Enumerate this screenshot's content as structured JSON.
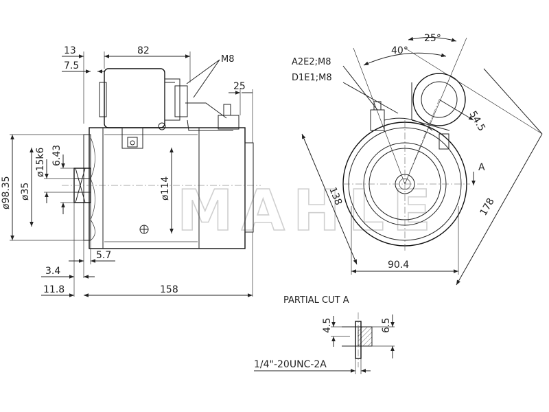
{
  "watermark": "MAHLE",
  "side_view": {
    "dim_13": "13",
    "dim_82": "82",
    "dim_7_5": "7.5",
    "label_m8": "M8",
    "dim_25": "25",
    "dim_98_35": "ø98.35",
    "dim_15k6": "ø15k6",
    "dim_6_43": "6.43",
    "dim_35": "ø35",
    "dim_114": "ø114",
    "dim_5_7": "5.7",
    "dim_3_4": "3.4",
    "dim_11_8": "11.8",
    "dim_158": "158"
  },
  "end_view": {
    "label_a2e2": "A2E2;M8",
    "label_d1e1": "D1E1;M8",
    "angle_40": "40°",
    "angle_25": "25°",
    "dim_54_5": "54.5",
    "dim_138": "138",
    "dim_178": "178",
    "dim_90_4": "90.4",
    "section_marker": "A"
  },
  "partial_cut": {
    "title": "PARTIAL CUT A",
    "dim_4_5": "4.5",
    "dim_6_5": "6.5",
    "thread": "1/4\"-20UNC-2A"
  }
}
